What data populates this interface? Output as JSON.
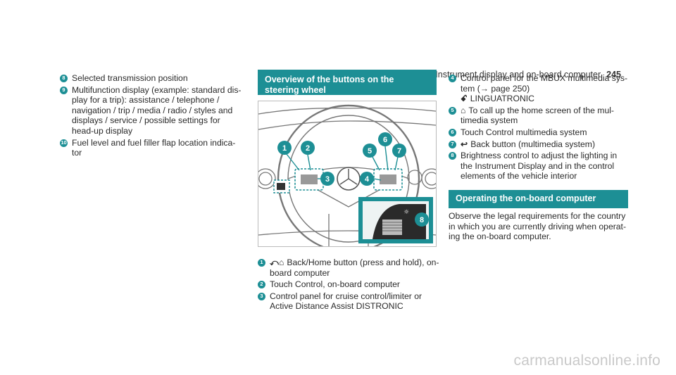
{
  "header": {
    "title": "Instrument display and on-board computer",
    "page": "245"
  },
  "left_list": [
    {
      "num": "8",
      "text": "Selected transmission position"
    },
    {
      "num": "9",
      "text": "Multifunction display (example: standard dis-play for a trip): assistance / telephone / navigation / trip / media / radio / styles and displays / service / possible settings for head-up display"
    },
    {
      "num": "10",
      "text": "Fuel level and fuel filler flap location indica-tor"
    }
  ],
  "section1": {
    "title": "Overview of the buttons on the steering wheel"
  },
  "figure": {
    "callouts": [
      "1",
      "2",
      "3",
      "4",
      "5",
      "6",
      "7",
      "8"
    ],
    "inset_icon": "brightness-icon"
  },
  "mid_list": [
    {
      "num": "1",
      "icon": "back-home-icon",
      "text": "Back/Home button (press and hold), on-board computer"
    },
    {
      "num": "2",
      "text": "Touch Control, on-board computer"
    },
    {
      "num": "3",
      "text": "Control panel for cruise control/limiter or Active Distance Assist DISTRONIC"
    }
  ],
  "right_list": [
    {
      "num": "4",
      "text": "Control panel for the MBUX multimedia sys-tem (→ page 250)",
      "sub_icon": "linguatronic-icon",
      "sub_text": "LINGUATRONIC"
    },
    {
      "num": "5",
      "icon": "home-icon",
      "text": "To call up the home screen of the mul-timedia system"
    },
    {
      "num": "6",
      "text": "Touch Control multimedia system"
    },
    {
      "num": "7",
      "icon": "back-icon",
      "text": "Back button (multimedia system)"
    },
    {
      "num": "8",
      "text": "Brightness control to adjust the lighting in the Instrument Display and in the control elements of the vehicle interior"
    }
  ],
  "section2": {
    "title": "Operating the on-board computer",
    "body": "Observe the legal requirements for the country in which you are currently driving when operat-ing the on-board computer."
  },
  "watermark": "carmanualsonline.info",
  "colors": {
    "accent": "#1d8f95"
  }
}
